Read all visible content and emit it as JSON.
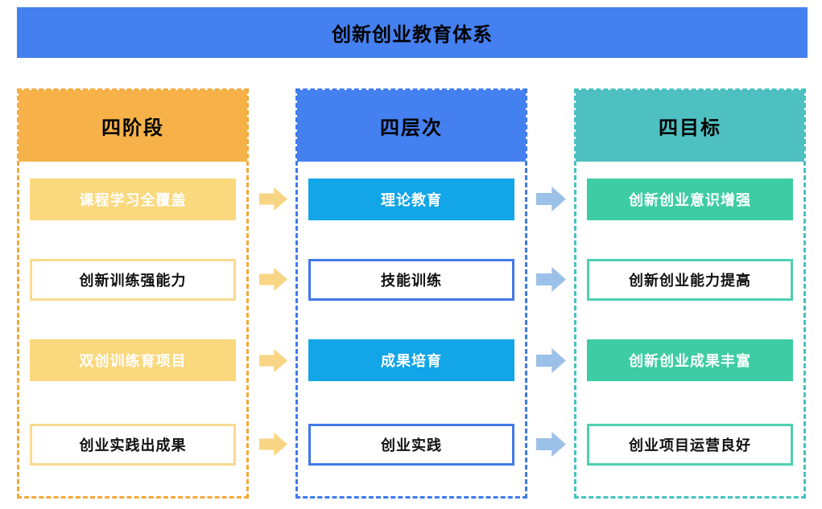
{
  "banner": {
    "title": "创新创业教育体系",
    "background_color": "#4480F0",
    "text_color": "#000000"
  },
  "palette": {
    "stages_header": "#F6B249",
    "stages_dashed_border": "#F2A93C",
    "stages_filled_box": "#FAD87D",
    "stages_outlined_border": "#F8DB90",
    "stages_arrow": "#F8D584",
    "levels_header": "#4480F0",
    "levels_dashed_border": "#3D7BEC",
    "levels_filled_box": "#12A5E8",
    "levels_outlined_border": "#4278E8",
    "levels_arrow": "#9CC1E8",
    "goals_header": "#4FC0C2",
    "goals_dashed_border": "#46C2C0",
    "goals_filled_box": "#3ECCA4",
    "goals_outlined_border": "#4DD0B0",
    "filled_text": "#FFFFFF",
    "outlined_text": "#111111"
  },
  "columns": [
    {
      "header": "四阶段",
      "theme": "orange",
      "items": [
        {
          "label": "课程学习全覆盖",
          "style": "filled"
        },
        {
          "label": "创新训练强能力",
          "style": "outlined"
        },
        {
          "label": "双创训练育项目",
          "style": "filled"
        },
        {
          "label": "创业实践出成果",
          "style": "outlined"
        }
      ]
    },
    {
      "header": "四层次",
      "theme": "blue",
      "items": [
        {
          "label": "理论教育",
          "style": "filled"
        },
        {
          "label": "技能训练",
          "style": "outlined"
        },
        {
          "label": "成果培育",
          "style": "filled"
        },
        {
          "label": "创业实践",
          "style": "outlined"
        }
      ]
    },
    {
      "header": "四目标",
      "theme": "teal",
      "items": [
        {
          "label": "创新创业意识增强",
          "style": "filled"
        },
        {
          "label": "创新创业能力提高",
          "style": "outlined"
        },
        {
          "label": "创新创业成果丰富",
          "style": "filled"
        },
        {
          "label": "创业项目运营良好",
          "style": "outlined"
        }
      ]
    }
  ],
  "arrows": {
    "stage_to_level": {
      "count": 4,
      "direction": "right",
      "color": "#F8D584"
    },
    "level_to_goal": {
      "count": 4,
      "direction": "right",
      "color": "#9CC1E8"
    }
  }
}
